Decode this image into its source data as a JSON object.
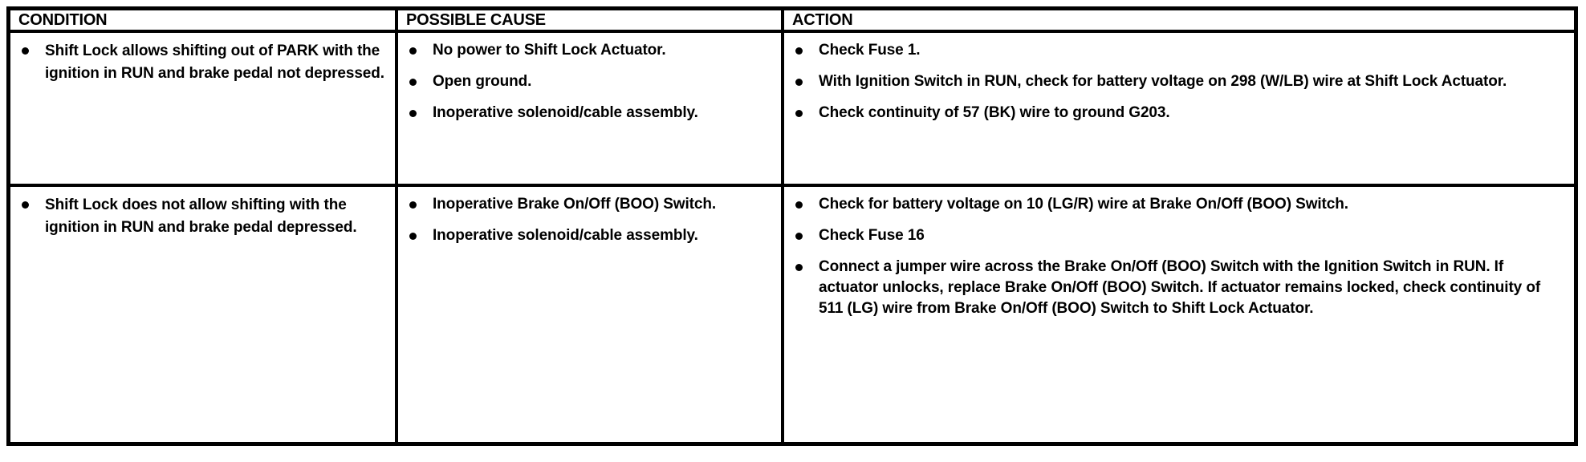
{
  "table": {
    "headers": {
      "condition": "CONDITION",
      "possible_cause": "POSSIBLE CAUSE",
      "action": "ACTION"
    },
    "rows": [
      {
        "condition": [
          "Shift Lock allows shifting out of PARK with the ignition in RUN and brake pedal not depressed."
        ],
        "possible_cause": [
          "No power to Shift Lock Actuator.",
          "Open ground.",
          "Inoperative solenoid/cable assembly."
        ],
        "action": [
          "Check Fuse 1.",
          "With Ignition Switch in RUN, check for battery voltage on 298 (W/LB) wire at Shift Lock Actuator.",
          "Check continuity of 57 (BK) wire to ground G203."
        ]
      },
      {
        "condition": [
          "Shift Lock does not allow shifting with the ignition in RUN and brake pedal depressed."
        ],
        "possible_cause": [
          "Inoperative Brake On/Off (BOO) Switch.",
          "Inoperative solenoid/cable assembly."
        ],
        "action": [
          "Check for battery voltage on 10 (LG/R) wire at Brake On/Off (BOO) Switch.",
          "Check Fuse 16",
          "Connect a jumper wire across the Brake On/Off (BOO) Switch with the Ignition Switch in RUN. If actuator unlocks, replace Brake On/Off (BOO) Switch. If actuator remains locked, check continuity of 511 (LG) wire from Brake On/Off (BOO) Switch to Shift Lock Actuator."
        ]
      }
    ]
  }
}
